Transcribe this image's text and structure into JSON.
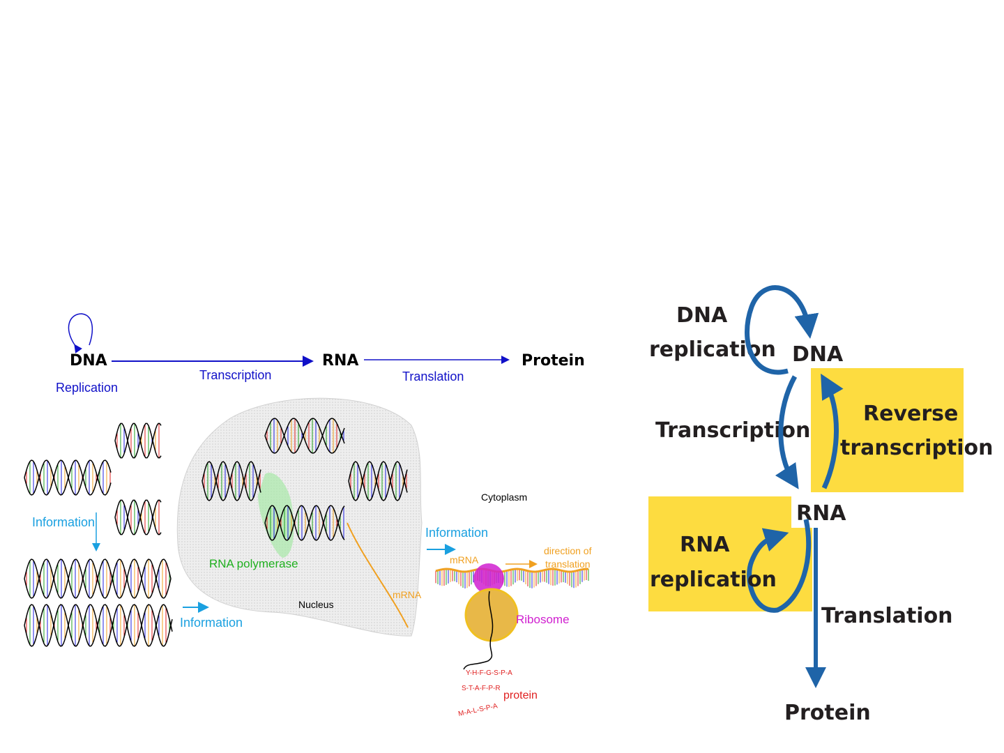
{
  "colors": {
    "blue_arrow": "#1f64a8",
    "yellow_box": "#fddc40",
    "dark_blue": "#1010c8",
    "cyan": "#1aa0e0",
    "green": "#20b020",
    "orange": "#f0a020",
    "magenta": "#d020d0",
    "red": "#e02020"
  },
  "left_diagram": {
    "dna": "DNA",
    "rna": "RNA",
    "protein": "Protein",
    "replication": "Replication",
    "transcription": "Transcription",
    "translation": "Translation",
    "information_1": "Information",
    "information_2": "Information",
    "information_3": "Information",
    "rna_polymerase": "RNA polymerase",
    "nucleus": "Nucleus",
    "mrna_1": "mRNA",
    "cytoplasm": "Cytoplasm",
    "mrna_2": "mRNA",
    "direction_1": "direction of",
    "direction_2": "translation",
    "ribosome": "Ribosome",
    "protein_label": "protein",
    "peptide_1": "Y-H-F-G-S-P-A",
    "peptide_2": "S-T-A-F-P-R",
    "peptide_3": "M-A-L-S-P-A"
  },
  "right_diagram": {
    "dna_replication_1": "DNA",
    "dna_replication_2": "replication",
    "dna": "DNA",
    "transcription": "Transcription",
    "reverse_1": "Reverse",
    "reverse_2": "transcription",
    "rna": "RNA",
    "rna_replication_1": "RNA",
    "rna_replication_2": "replication",
    "translation": "Translation",
    "protein": "Protein"
  }
}
